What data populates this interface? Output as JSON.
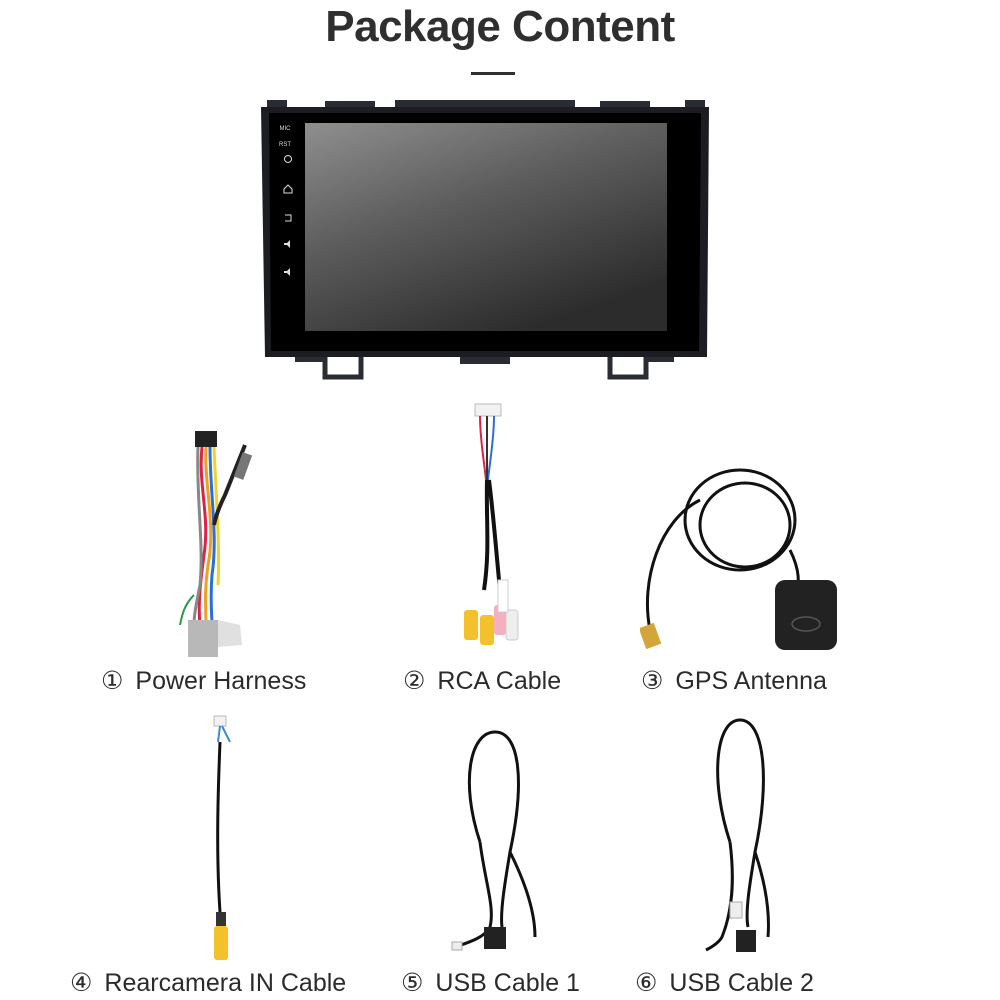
{
  "page": {
    "title": "Package Content"
  },
  "unit": {
    "side_labels": [
      "MIC",
      "RST"
    ]
  },
  "items": [
    {
      "num": "①",
      "label": "Power Harness"
    },
    {
      "num": "②",
      "label": "RCA Cable"
    },
    {
      "num": "③",
      "label": "GPS Antenna"
    },
    {
      "num": "④",
      "label": "Rearcamera IN Cable"
    },
    {
      "num": "⑤",
      "label": "USB Cable 1"
    },
    {
      "num": "⑥",
      "label": "USB Cable 2"
    }
  ]
}
